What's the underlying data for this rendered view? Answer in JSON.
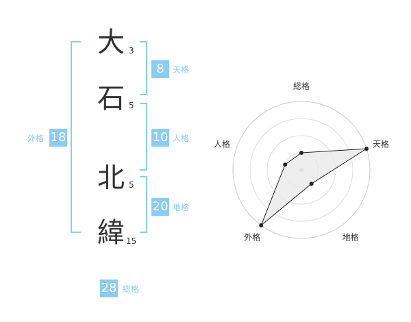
{
  "name": {
    "chars": [
      {
        "char": "大",
        "strokes": "3"
      },
      {
        "char": "石",
        "strokes": "5"
      },
      {
        "char": "北",
        "strokes": "5"
      },
      {
        "char": "緯",
        "strokes": "15"
      }
    ]
  },
  "kakusu": {
    "tenkaku": {
      "value": "8",
      "label": "天格"
    },
    "jinkaku": {
      "value": "10",
      "label": "人格"
    },
    "chikaku": {
      "value": "20",
      "label": "地格"
    },
    "gaikaku": {
      "value": "18",
      "label": "外格"
    },
    "soukaku": {
      "value": "28",
      "label": "総格"
    }
  },
  "colors": {
    "accent": "#89ccf5",
    "label_text": "#89ccf5",
    "bracket": "#89ccf5"
  },
  "chart_data": {
    "type": "radar",
    "axes": [
      "総格",
      "天格",
      "地格",
      "外格",
      "人格"
    ],
    "rings": 4,
    "max": 4,
    "values": [
      1,
      4,
      1,
      4,
      1
    ]
  }
}
